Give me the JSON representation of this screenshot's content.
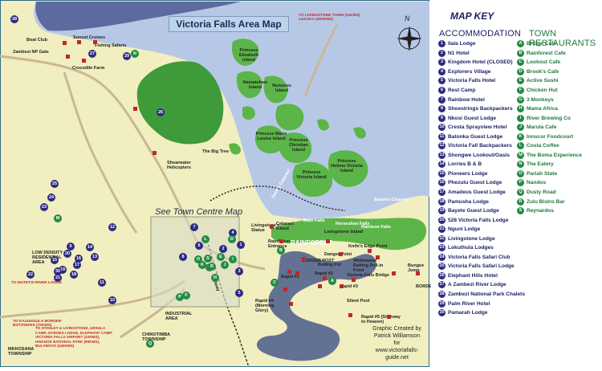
{
  "map": {
    "title": "Victoria Falls Area Map",
    "town_centre_label_prefix": "See",
    "town_centre_label_italic": "Town Centre Map",
    "north": "N",
    "rainforest": "RAINFOREST",
    "road_livingstone": "TO LIVINGSTONE TOWN (11KMS) LUSAKA (490KMS)",
    "road_matetsi": "TO MATETSI RIVER LODGE",
    "road_kazungula": "TO KAZUNGULA BORDER BOTSWANA (70KMS)",
    "road_stanley": "TO STANLEY & LIVINGSTONE, URSULA CAMP, GORGES LODGE, ELEPHANT CAMP, VICTORIA FALLS AIRPORT (22KMS), HWANGE NATIONAL PARK (90KMS), BULAWAYO (440KMS)",
    "credit_line1": "Graphic Created by",
    "credit_line2": "Patrick Williamson",
    "credit_line3": "for",
    "credit_line4": "www.victoriafalls-guide.net",
    "labels": {
      "boat_club": "Boat Club",
      "sunset_cruises": "Sunset Cruises",
      "fishing_safaris": "Fishing Safaris",
      "zambezi_gate": "Zambezi NP Gate",
      "crocodile_farm": "Crocodile Farm",
      "shearwater": "Shearwater Helicopters",
      "big_tree": "The Big Tree",
      "princess_elizabeth": "Princess Elizabeth Island",
      "namatebwe": "Namatebwe Island",
      "nunsovu": "Nunsovu Island",
      "marie_louise": "Princess Marie Louise Island",
      "christian": "Princess Christian Island",
      "helena": "Princess Helena Victoria Island",
      "victoria_island": "Princess Victoria Island",
      "cataract": "Cataract Island",
      "livingstone_island": "Livingstone Island",
      "livingstone_statue": "Livingstone's Statue",
      "rainforest_entrance": "Rainforest Entrance",
      "danger_point": "Danger Point",
      "knife_edge": "Knife's Edge Point",
      "whitewater": "Whitewater Rafting Pull-in Point",
      "boiling_pot": "Boiling Pot",
      "border_post": "BORDER POST",
      "border_post2": "BORDER POST",
      "falls_bridge": "Victoria Falls Bridge",
      "rapid1": "Rapid #1",
      "rapid2": "Rapid #2",
      "rapid3": "Rapid #3",
      "rapid4": "Rapid #4 (Morning Glory)",
      "rapid5": "Rapid #5 (Stairway to Heaven)",
      "silent_pool": "Silent Pool",
      "bungee": "Bungee Jump",
      "low_density": "LOW DENSITY RESIDENTIAL AREA",
      "industrial": "INDUSTRIAL AREA",
      "chinotimba": "CHINOTIMBA TOWNSHIP",
      "mkhosana": "MKHOSANA TOWNSHIP",
      "eastern_cataract": "Eastern Cataract",
      "devils_cataract": "Devil's Cataract",
      "main_falls": "Main Falls",
      "horseshoe": "Horseshoe Falls",
      "rainbow_falls": "Rainbow Falls",
      "railway": "Railway"
    }
  },
  "key": {
    "title": "MAP KEY",
    "accommodation_heading": "ACCOMMODATION",
    "restaurants_heading": "TOWN RESTAURANTS",
    "accommodation": [
      {
        "n": "1",
        "name": "Ilala Lodge"
      },
      {
        "n": "2",
        "name": "N1 Hotel"
      },
      {
        "n": "3",
        "name": "Kingdom Hotel (CLOSED)"
      },
      {
        "n": "4",
        "name": "Explorers Village"
      },
      {
        "n": "5",
        "name": "Victoria Falls Hotel"
      },
      {
        "n": "6",
        "name": "Rest Camp"
      },
      {
        "n": "7",
        "name": "Rainbow Hotel"
      },
      {
        "n": "8",
        "name": "Shoestrings Backpackers"
      },
      {
        "n": "9",
        "name": "Nkosi Guest Lodge"
      },
      {
        "n": "10",
        "name": "Cresta Sprayview Hotel"
      },
      {
        "n": "11",
        "name": "Batonka Guest Lodge"
      },
      {
        "n": "12",
        "name": "Victoria Fall Backpackers"
      },
      {
        "n": "13",
        "name": "Shongwe Lookout/Oasis"
      },
      {
        "n": "14",
        "name": "Lorries B & B"
      },
      {
        "n": "15",
        "name": "Pioneers Lodge"
      },
      {
        "n": "16",
        "name": "Phezulu Guest Lodge"
      },
      {
        "n": "17",
        "name": "Amadeus Guest Lodge"
      },
      {
        "n": "18",
        "name": "Pamusha Lodge"
      },
      {
        "n": "19",
        "name": "Bayete Guest Lodge"
      },
      {
        "n": "20",
        "name": "528 Victoria Falls Lodge"
      },
      {
        "n": "21",
        "name": "Nguni Lodge"
      },
      {
        "n": "22",
        "name": "Livingstone Lodge"
      },
      {
        "n": "23",
        "name": "Lokuthula Lodges"
      },
      {
        "n": "24",
        "name": "Victoria Falls Safari Club"
      },
      {
        "n": "25",
        "name": "Victoria Falls Safari Lodge"
      },
      {
        "n": "26",
        "name": "Elephant Hills Hotel"
      },
      {
        "n": "27",
        "name": "A Zambezi River Lodge"
      },
      {
        "n": "28",
        "name": "Zambezi National Park Chalets"
      },
      {
        "n": "29",
        "name": "Palm River Hotel"
      },
      {
        "n": "30",
        "name": "Pamarah Lodge"
      }
    ],
    "restaurants": [
      {
        "l": "A",
        "name": "Bridge Cafe"
      },
      {
        "l": "B",
        "name": "Rainforest Cafe"
      },
      {
        "l": "C",
        "name": "Lookout Cafe"
      },
      {
        "l": "D",
        "name": "Brook's Cafe"
      },
      {
        "l": "E",
        "name": "Active Sushi"
      },
      {
        "l": "F",
        "name": "Chicken Hut"
      },
      {
        "l": "G",
        "name": "3 Monkeys"
      },
      {
        "l": "H",
        "name": "Mama Africa"
      },
      {
        "l": "I",
        "name": "River Brewing Co"
      },
      {
        "l": "J",
        "name": "Marula Cafe"
      },
      {
        "l": "K",
        "name": "Innscor Foodcourt"
      },
      {
        "l": "L",
        "name": "Costa Coffee"
      },
      {
        "l": "M",
        "name": "The Boma Experience"
      },
      {
        "l": "N",
        "name": "The Eatery"
      },
      {
        "l": "O",
        "name": "Pariah State"
      },
      {
        "l": "P",
        "name": "Nandos"
      },
      {
        "l": "Q",
        "name": "Dusty Road"
      },
      {
        "l": "R",
        "name": "Zulu Bistro Bar"
      },
      {
        "l": "S",
        "name": "Reynardos"
      }
    ]
  },
  "colors": {
    "land": "#f1eebf",
    "river": "#b7c8e6",
    "island": "#5cb548",
    "park": "#3f9a3a",
    "water_dark": "#4a5a8a",
    "road": "#c9b894",
    "acc_marker": "#2d2a82",
    "res_marker": "#238a43",
    "poi": "#c0282a"
  }
}
